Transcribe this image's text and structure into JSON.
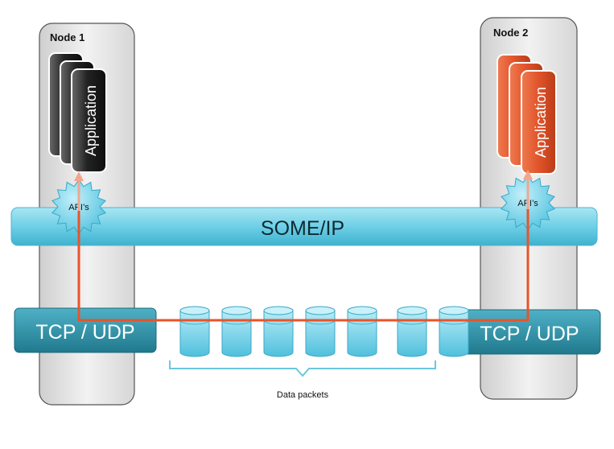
{
  "nodes": [
    {
      "label": "Node 1",
      "app_label": "Application",
      "app_style": "dark",
      "api_label": "API’s",
      "transport_label": "TCP / UDP"
    },
    {
      "label": "Node 2",
      "app_label": "Application",
      "app_style": "orange",
      "api_label": "API’s",
      "transport_label": "TCP / UDP"
    }
  ],
  "bus": {
    "label": "SOME/IP"
  },
  "packets": {
    "count": 7,
    "label": "Data packets"
  },
  "colors": {
    "node_panel": "#e6e6e6",
    "node_border": "#555555",
    "bus": "#6fcfe6",
    "transport": "#2e95ab",
    "packet": "#7fd3ea",
    "flow_line": "#e8542b",
    "arrow_tip": "#f2a68e",
    "app_dark": "#262626",
    "app_orange": "#e0532a"
  }
}
